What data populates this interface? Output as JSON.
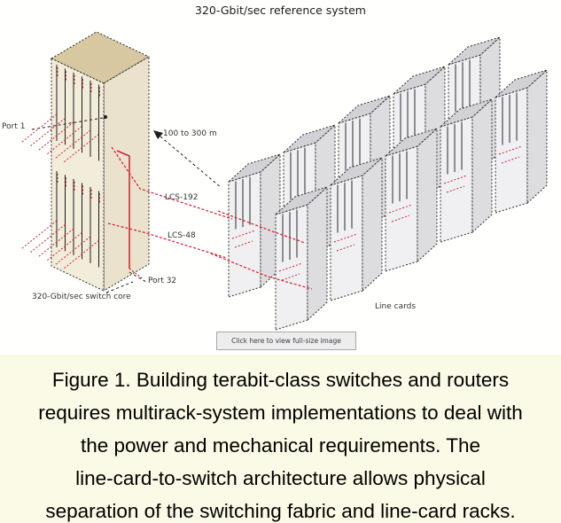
{
  "figure": {
    "title": "320-Gbit/sec reference system",
    "labels": {
      "port1": "Port 1",
      "distance": "100 to 300 m",
      "lcs192": "LCS-192",
      "lcs48": "LCS-48",
      "port32": "Port 32",
      "switch_core": "320-Gbit/sec switch core",
      "line_cards": "Line cards",
      "legend": "Click here to view full-size image"
    },
    "colors": {
      "accent_red": "#cf2030",
      "stroke_dark": "#2a2a2a",
      "beige_top": "#d8c8a2",
      "beige_front": "#f2ecda",
      "beige_right": "#eae2cd",
      "gray_top": "#d2d2d6",
      "gray_front": "#f0f0f2",
      "gray_right": "#dddde0",
      "caption_bg": "#fafae6"
    }
  },
  "caption": {
    "lines": [
      "Figure 1. Building terabit-class switches and routers",
      "requires multirack-system implementations to deal with",
      "the power and mechanical requirements. The",
      "line-card-to-switch architecture allows physical",
      "separation of the switching fabric and line-card racks."
    ]
  }
}
